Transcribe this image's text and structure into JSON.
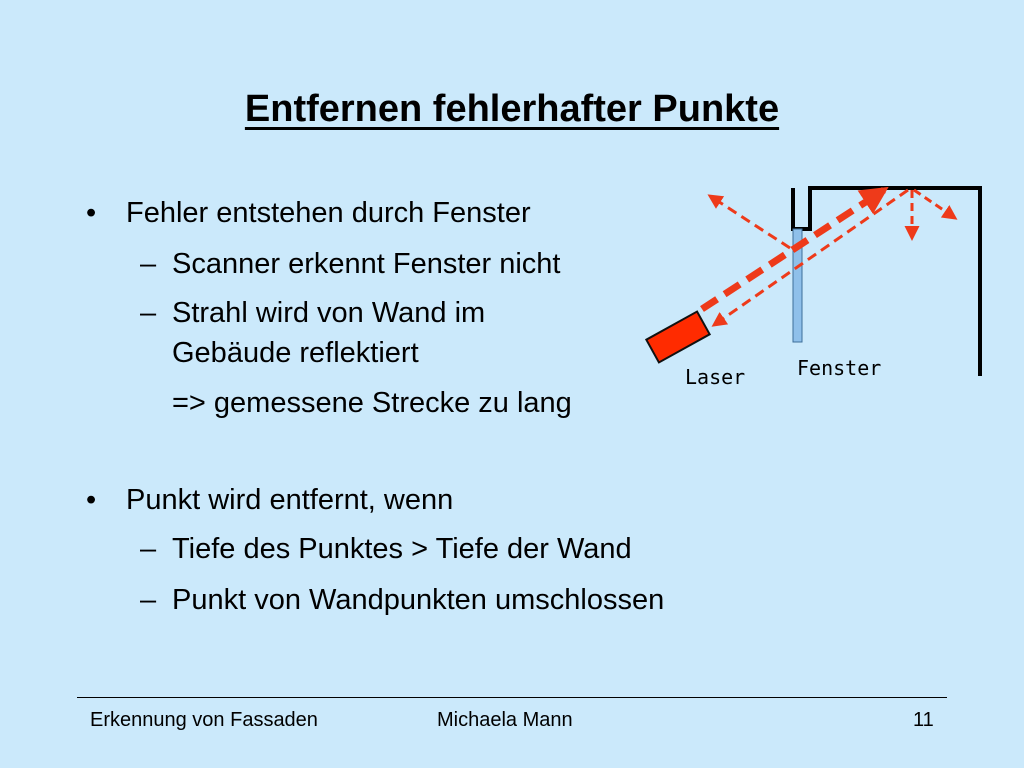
{
  "slide": {
    "title": "Entfernen fehlerhafter Punkte",
    "bullets": [
      {
        "text": "Fehler entstehen durch Fenster",
        "sub": [
          "Scanner erkennt Fenster nicht",
          "Strahl wird von Wand im",
          "Gebäude reflektiert",
          "=> gemessene Strecke zu lang"
        ]
      },
      {
        "text": "Punkt wird entfernt, wenn",
        "sub": [
          "Tiefe des Punktes > Tiefe der Wand",
          "Punkt von Wandpunkten umschlossen"
        ]
      }
    ],
    "bullet_symbol": "•",
    "dash_symbol": "–"
  },
  "diagram": {
    "laser_label": "Laser",
    "window_label": "Fenster",
    "colors": {
      "beam": "#ee3a1a",
      "window": "#8fc0ea",
      "laser": "#ff2b00"
    }
  },
  "footer": {
    "left": "Erkennung von Fassaden",
    "center": "Michaela Mann",
    "page": "11"
  }
}
